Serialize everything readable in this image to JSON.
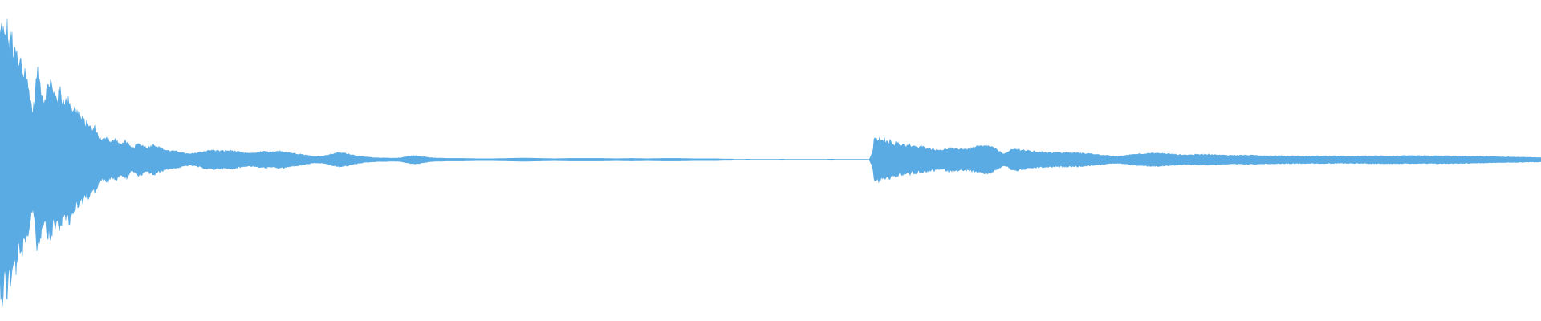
{
  "waveform": {
    "color": "#5aabe3",
    "envelope": [
      [
        0.0,
        0.42
      ],
      [
        0.0015,
        0.47
      ],
      [
        0.003,
        0.4
      ],
      [
        0.0045,
        0.46
      ],
      [
        0.006,
        0.38
      ],
      [
        0.0075,
        0.43
      ],
      [
        0.009,
        0.35
      ],
      [
        0.0105,
        0.37
      ],
      [
        0.012,
        0.31
      ],
      [
        0.0135,
        0.34
      ],
      [
        0.015,
        0.29
      ],
      [
        0.0165,
        0.31
      ],
      [
        0.018,
        0.25
      ],
      [
        0.0195,
        0.22
      ],
      [
        0.021,
        0.16
      ],
      [
        0.0225,
        0.2
      ],
      [
        0.024,
        0.3
      ],
      [
        0.0255,
        0.27
      ],
      [
        0.027,
        0.24
      ],
      [
        0.0285,
        0.2
      ],
      [
        0.03,
        0.23
      ],
      [
        0.0315,
        0.26
      ],
      [
        0.033,
        0.27
      ],
      [
        0.0345,
        0.22
      ],
      [
        0.036,
        0.23
      ],
      [
        0.0375,
        0.21
      ],
      [
        0.039,
        0.24
      ],
      [
        0.0405,
        0.2
      ],
      [
        0.042,
        0.21
      ],
      [
        0.0435,
        0.19
      ],
      [
        0.045,
        0.21
      ],
      [
        0.0465,
        0.17
      ],
      [
        0.048,
        0.18
      ],
      [
        0.0495,
        0.16
      ],
      [
        0.051,
        0.17
      ],
      [
        0.0525,
        0.14
      ],
      [
        0.054,
        0.14
      ],
      [
        0.0555,
        0.12
      ],
      [
        0.057,
        0.13
      ],
      [
        0.0585,
        0.11
      ],
      [
        0.06,
        0.1
      ],
      [
        0.0615,
        0.11
      ],
      [
        0.063,
        0.09
      ],
      [
        0.0645,
        0.075
      ],
      [
        0.066,
        0.065
      ],
      [
        0.0675,
        0.07
      ],
      [
        0.069,
        0.08
      ],
      [
        0.0705,
        0.07
      ],
      [
        0.072,
        0.06
      ],
      [
        0.0735,
        0.065
      ],
      [
        0.075,
        0.07
      ],
      [
        0.0765,
        0.06
      ],
      [
        0.078,
        0.05
      ],
      [
        0.0795,
        0.055
      ],
      [
        0.081,
        0.065
      ],
      [
        0.0825,
        0.06
      ],
      [
        0.084,
        0.045
      ],
      [
        0.086,
        0.038
      ],
      [
        0.088,
        0.047
      ],
      [
        0.09,
        0.053
      ],
      [
        0.092,
        0.05
      ],
      [
        0.094,
        0.044
      ],
      [
        0.096,
        0.042
      ],
      [
        0.098,
        0.047
      ],
      [
        0.1,
        0.052
      ],
      [
        0.102,
        0.045
      ],
      [
        0.105,
        0.038
      ],
      [
        0.108,
        0.032
      ],
      [
        0.111,
        0.03
      ],
      [
        0.114,
        0.028
      ],
      [
        0.117,
        0.026
      ],
      [
        0.12,
        0.021
      ],
      [
        0.123,
        0.019
      ],
      [
        0.126,
        0.021
      ],
      [
        0.13,
        0.026
      ],
      [
        0.134,
        0.03
      ],
      [
        0.138,
        0.032
      ],
      [
        0.142,
        0.03
      ],
      [
        0.146,
        0.03
      ],
      [
        0.15,
        0.031
      ],
      [
        0.154,
        0.027
      ],
      [
        0.158,
        0.023
      ],
      [
        0.162,
        0.021
      ],
      [
        0.166,
        0.024
      ],
      [
        0.17,
        0.027
      ],
      [
        0.174,
        0.027
      ],
      [
        0.178,
        0.025
      ],
      [
        0.182,
        0.029
      ],
      [
        0.186,
        0.026
      ],
      [
        0.19,
        0.022
      ],
      [
        0.195,
        0.019
      ],
      [
        0.2,
        0.014
      ],
      [
        0.205,
        0.011
      ],
      [
        0.21,
        0.012
      ],
      [
        0.215,
        0.019
      ],
      [
        0.22,
        0.024
      ],
      [
        0.225,
        0.021
      ],
      [
        0.23,
        0.015
      ],
      [
        0.235,
        0.01
      ],
      [
        0.24,
        0.008
      ],
      [
        0.245,
        0.006
      ],
      [
        0.25,
        0.006
      ],
      [
        0.255,
        0.005
      ],
      [
        0.26,
        0.006
      ],
      [
        0.265,
        0.012
      ],
      [
        0.27,
        0.014
      ],
      [
        0.275,
        0.01
      ],
      [
        0.28,
        0.006
      ],
      [
        0.285,
        0.005
      ],
      [
        0.29,
        0.004
      ],
      [
        0.3,
        0.004
      ],
      [
        0.31,
        0.003
      ],
      [
        0.32,
        0.003
      ],
      [
        0.33,
        0.004
      ],
      [
        0.34,
        0.005
      ],
      [
        0.35,
        0.004
      ],
      [
        0.36,
        0.003
      ],
      [
        0.37,
        0.004
      ],
      [
        0.38,
        0.004
      ],
      [
        0.39,
        0.004
      ],
      [
        0.4,
        0.003
      ],
      [
        0.41,
        0.004
      ],
      [
        0.42,
        0.003
      ],
      [
        0.43,
        0.004
      ],
      [
        0.44,
        0.004
      ],
      [
        0.45,
        0.003
      ],
      [
        0.46,
        0.003
      ],
      [
        0.465,
        0.003
      ],
      [
        0.47,
        0.002
      ],
      [
        0.475,
        0.002
      ],
      [
        0.48,
        0.0
      ],
      [
        0.485,
        0.002
      ],
      [
        0.49,
        0.0
      ],
      [
        0.5,
        0.0
      ],
      [
        0.508,
        0.002
      ],
      [
        0.512,
        0.0
      ],
      [
        0.53,
        0.0
      ],
      [
        0.54,
        0.002
      ],
      [
        0.545,
        0.0
      ],
      [
        0.564,
        0.0
      ],
      [
        0.565,
        0.01
      ],
      [
        0.5665,
        0.03
      ],
      [
        0.5675,
        0.08
      ],
      [
        0.569,
        0.065
      ],
      [
        0.5705,
        0.075
      ],
      [
        0.572,
        0.06
      ],
      [
        0.574,
        0.07
      ],
      [
        0.576,
        0.058
      ],
      [
        0.578,
        0.065
      ],
      [
        0.58,
        0.052
      ],
      [
        0.582,
        0.06
      ],
      [
        0.584,
        0.048
      ],
      [
        0.586,
        0.055
      ],
      [
        0.588,
        0.045
      ],
      [
        0.59,
        0.052
      ],
      [
        0.592,
        0.042
      ],
      [
        0.594,
        0.048
      ],
      [
        0.596,
        0.04
      ],
      [
        0.598,
        0.046
      ],
      [
        0.6,
        0.04
      ],
      [
        0.602,
        0.042
      ],
      [
        0.604,
        0.036
      ],
      [
        0.606,
        0.038
      ],
      [
        0.608,
        0.032
      ],
      [
        0.61,
        0.035
      ],
      [
        0.612,
        0.033
      ],
      [
        0.614,
        0.036
      ],
      [
        0.616,
        0.04
      ],
      [
        0.618,
        0.038
      ],
      [
        0.62,
        0.035
      ],
      [
        0.622,
        0.038
      ],
      [
        0.624,
        0.036
      ],
      [
        0.626,
        0.038
      ],
      [
        0.628,
        0.035
      ],
      [
        0.63,
        0.038
      ],
      [
        0.632,
        0.041
      ],
      [
        0.634,
        0.044
      ],
      [
        0.636,
        0.046
      ],
      [
        0.638,
        0.044
      ],
      [
        0.64,
        0.048
      ],
      [
        0.642,
        0.045
      ],
      [
        0.644,
        0.042
      ],
      [
        0.646,
        0.036
      ],
      [
        0.648,
        0.03
      ],
      [
        0.65,
        0.024
      ],
      [
        0.652,
        0.02
      ],
      [
        0.654,
        0.025
      ],
      [
        0.656,
        0.032
      ],
      [
        0.658,
        0.036
      ],
      [
        0.66,
        0.036
      ],
      [
        0.662,
        0.034
      ],
      [
        0.664,
        0.034
      ],
      [
        0.666,
        0.03
      ],
      [
        0.668,
        0.03
      ],
      [
        0.67,
        0.028
      ],
      [
        0.675,
        0.026
      ],
      [
        0.68,
        0.025
      ],
      [
        0.685,
        0.024
      ],
      [
        0.69,
        0.024
      ],
      [
        0.695,
        0.023
      ],
      [
        0.7,
        0.023
      ],
      [
        0.705,
        0.021
      ],
      [
        0.71,
        0.019
      ],
      [
        0.715,
        0.016
      ],
      [
        0.72,
        0.013
      ],
      [
        0.725,
        0.012
      ],
      [
        0.73,
        0.014
      ],
      [
        0.735,
        0.018
      ],
      [
        0.74,
        0.02
      ],
      [
        0.745,
        0.021
      ],
      [
        0.75,
        0.022
      ],
      [
        0.755,
        0.021
      ],
      [
        0.76,
        0.019
      ],
      [
        0.765,
        0.017
      ],
      [
        0.77,
        0.016
      ],
      [
        0.775,
        0.017
      ],
      [
        0.78,
        0.018
      ],
      [
        0.785,
        0.018
      ],
      [
        0.79,
        0.016
      ],
      [
        0.795,
        0.015
      ],
      [
        0.8,
        0.015
      ],
      [
        0.81,
        0.015
      ],
      [
        0.82,
        0.014
      ],
      [
        0.83,
        0.013
      ],
      [
        0.84,
        0.013
      ],
      [
        0.85,
        0.012
      ],
      [
        0.86,
        0.013
      ],
      [
        0.87,
        0.012
      ],
      [
        0.88,
        0.012
      ],
      [
        0.89,
        0.013
      ],
      [
        0.9,
        0.013
      ],
      [
        0.91,
        0.013
      ],
      [
        0.92,
        0.013
      ],
      [
        0.93,
        0.013
      ],
      [
        0.94,
        0.013
      ],
      [
        0.95,
        0.012
      ],
      [
        0.96,
        0.011
      ],
      [
        0.97,
        0.01
      ],
      [
        0.98,
        0.009
      ],
      [
        0.99,
        0.008
      ],
      [
        1.0,
        0.007
      ]
    ]
  }
}
